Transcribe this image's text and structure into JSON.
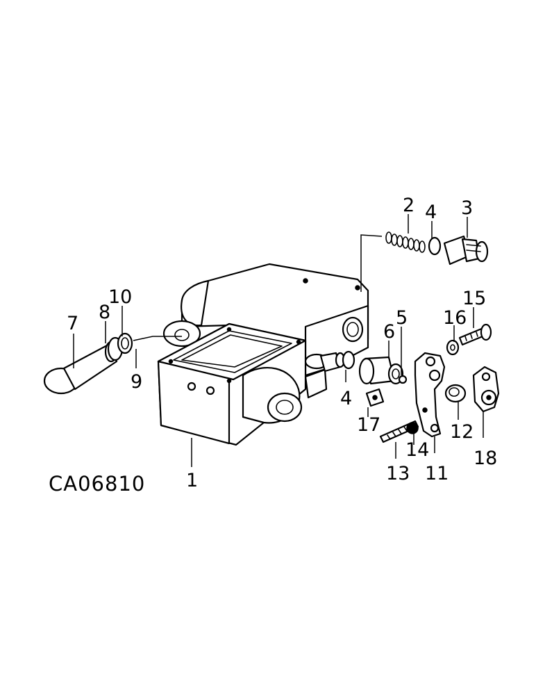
{
  "drawing_code": "CA06810",
  "callouts": {
    "c1": "1",
    "c2": "2",
    "c3": "3",
    "c4a": "4",
    "c4b": "4",
    "c5": "5",
    "c6": "6",
    "c7": "7",
    "c8": "8",
    "c9": "9",
    "c10": "10",
    "c11": "11",
    "c12": "12",
    "c13": "13",
    "c14": "14",
    "c15": "15",
    "c16": "16",
    "c17": "17",
    "c18": "18"
  }
}
